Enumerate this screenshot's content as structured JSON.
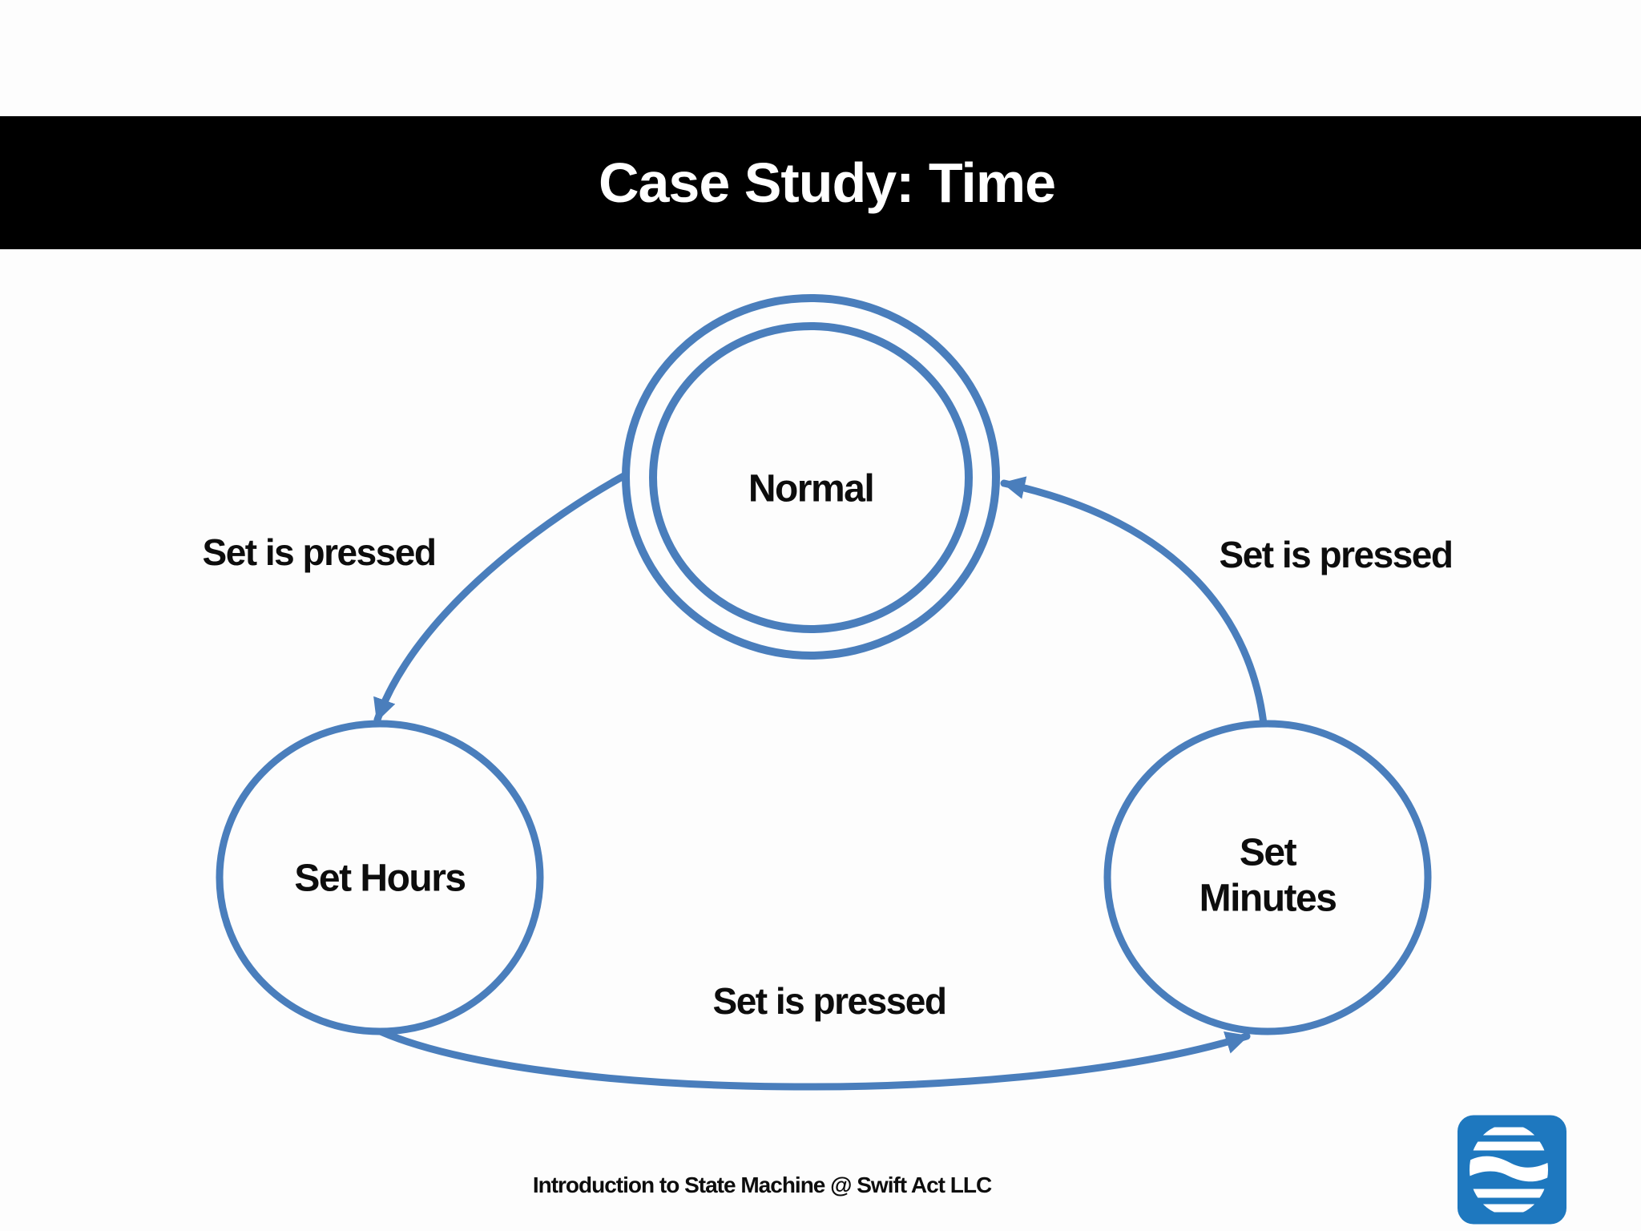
{
  "header": {
    "title": "Case Study: Time",
    "bg_color": "#000000",
    "text_color": "#ffffff"
  },
  "diagram": {
    "type": "state-machine",
    "accent_color": "#4a7ebc",
    "states": [
      {
        "id": "normal",
        "label": "Normal",
        "shape": "double-circle",
        "initial": true
      },
      {
        "id": "set-hours",
        "label": "Set Hours",
        "shape": "circle"
      },
      {
        "id": "set-minutes",
        "label": "Set Minutes",
        "shape": "circle"
      }
    ],
    "transitions": [
      {
        "from": "normal",
        "to": "set-hours",
        "label": "Set is pressed"
      },
      {
        "from": "set-hours",
        "to": "set-minutes",
        "label": "Set is pressed"
      },
      {
        "from": "set-minutes",
        "to": "normal",
        "label": "Set is pressed"
      }
    ]
  },
  "footer": {
    "text": "Introduction to State Machine @ Swift Act LLC"
  },
  "logo": {
    "name": "swift-act-logo",
    "square_color": "#1e78bf",
    "glyph_color": "#ffffff"
  }
}
